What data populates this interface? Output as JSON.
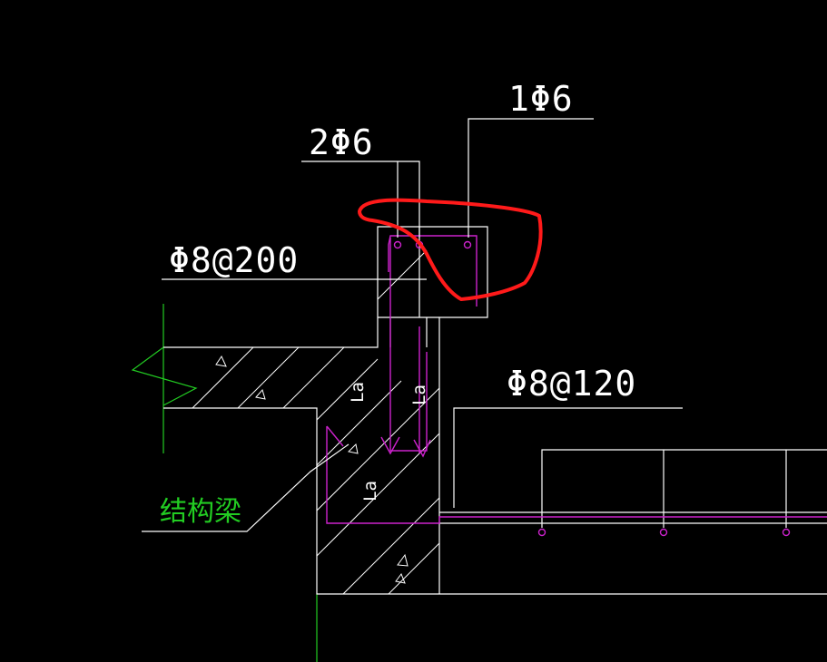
{
  "labels": {
    "rebar_top_right": "1Φ6",
    "rebar_top_left": "2Φ6",
    "stirrup_left": "Φ8@200",
    "stirrup_right": "Φ8@120",
    "beam_label": "结构梁",
    "anchor_1": "La",
    "anchor_2": "La",
    "anchor_3": "La"
  },
  "colors": {
    "background": "#000000",
    "line": "#ffffff",
    "rebar": "#cc22cc",
    "axis": "#22cc22",
    "label_green": "#22cc22",
    "markup": "#ff1a1a"
  }
}
